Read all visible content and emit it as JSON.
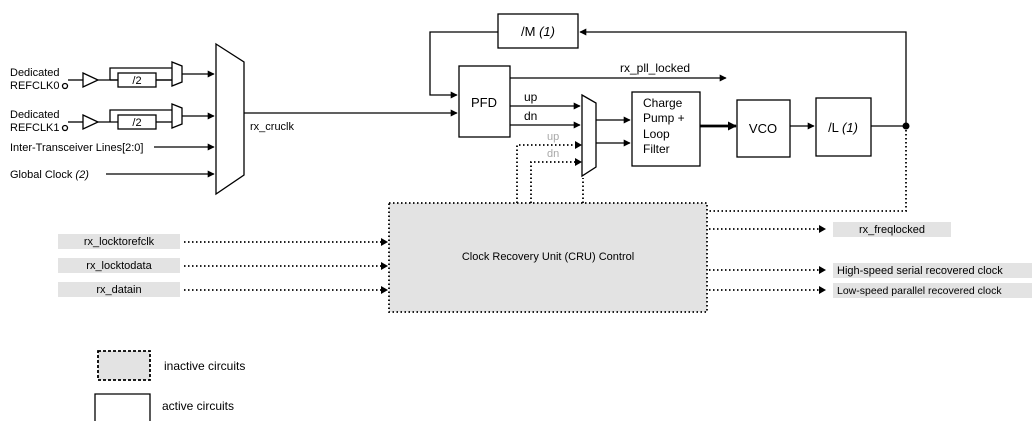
{
  "inputs": {
    "refclk0_line1": "Dedicated",
    "refclk0_line2": "REFCLK0",
    "refclk1_line1": "Dedicated",
    "refclk1_line2": "REFCLK1",
    "inter_transceiver": "Inter-Transceiver Lines[2:0]",
    "global_clock": "Global Clock",
    "global_clock_note": "(2)"
  },
  "divider_label": "/2",
  "rx_cruclk": "rx_cruclk",
  "m_divider": {
    "text": "/M",
    "note": "(1)"
  },
  "pfd": "PFD",
  "pfd_up": "up",
  "pfd_dn": "dn",
  "rx_pll_locked": "rx_pll_locked",
  "cru_up": "up",
  "cru_dn": "dn",
  "charge_pump": {
    "line1": "Charge",
    "line2": "Pump +",
    "line3": "Loop",
    "line4": "Filter"
  },
  "vco": "VCO",
  "l_divider": {
    "text": "/L",
    "note": "(1)"
  },
  "cru_control": "Clock Recovery Unit (CRU) Control",
  "left_signals": [
    "rx_locktorefclk",
    "rx_locktodata",
    "rx_datain"
  ],
  "right_signals": [
    "rx_freqlocked",
    "High-speed serial recovered clock",
    "Low-speed parallel recovered clock"
  ],
  "legend": {
    "inactive": "inactive circuits",
    "active": "active circuits"
  },
  "colors": {
    "inactive_fill": "#e3e3e3",
    "signal_label_bg": "#e3e3e3",
    "ghost_text": "#a8a8a8"
  }
}
